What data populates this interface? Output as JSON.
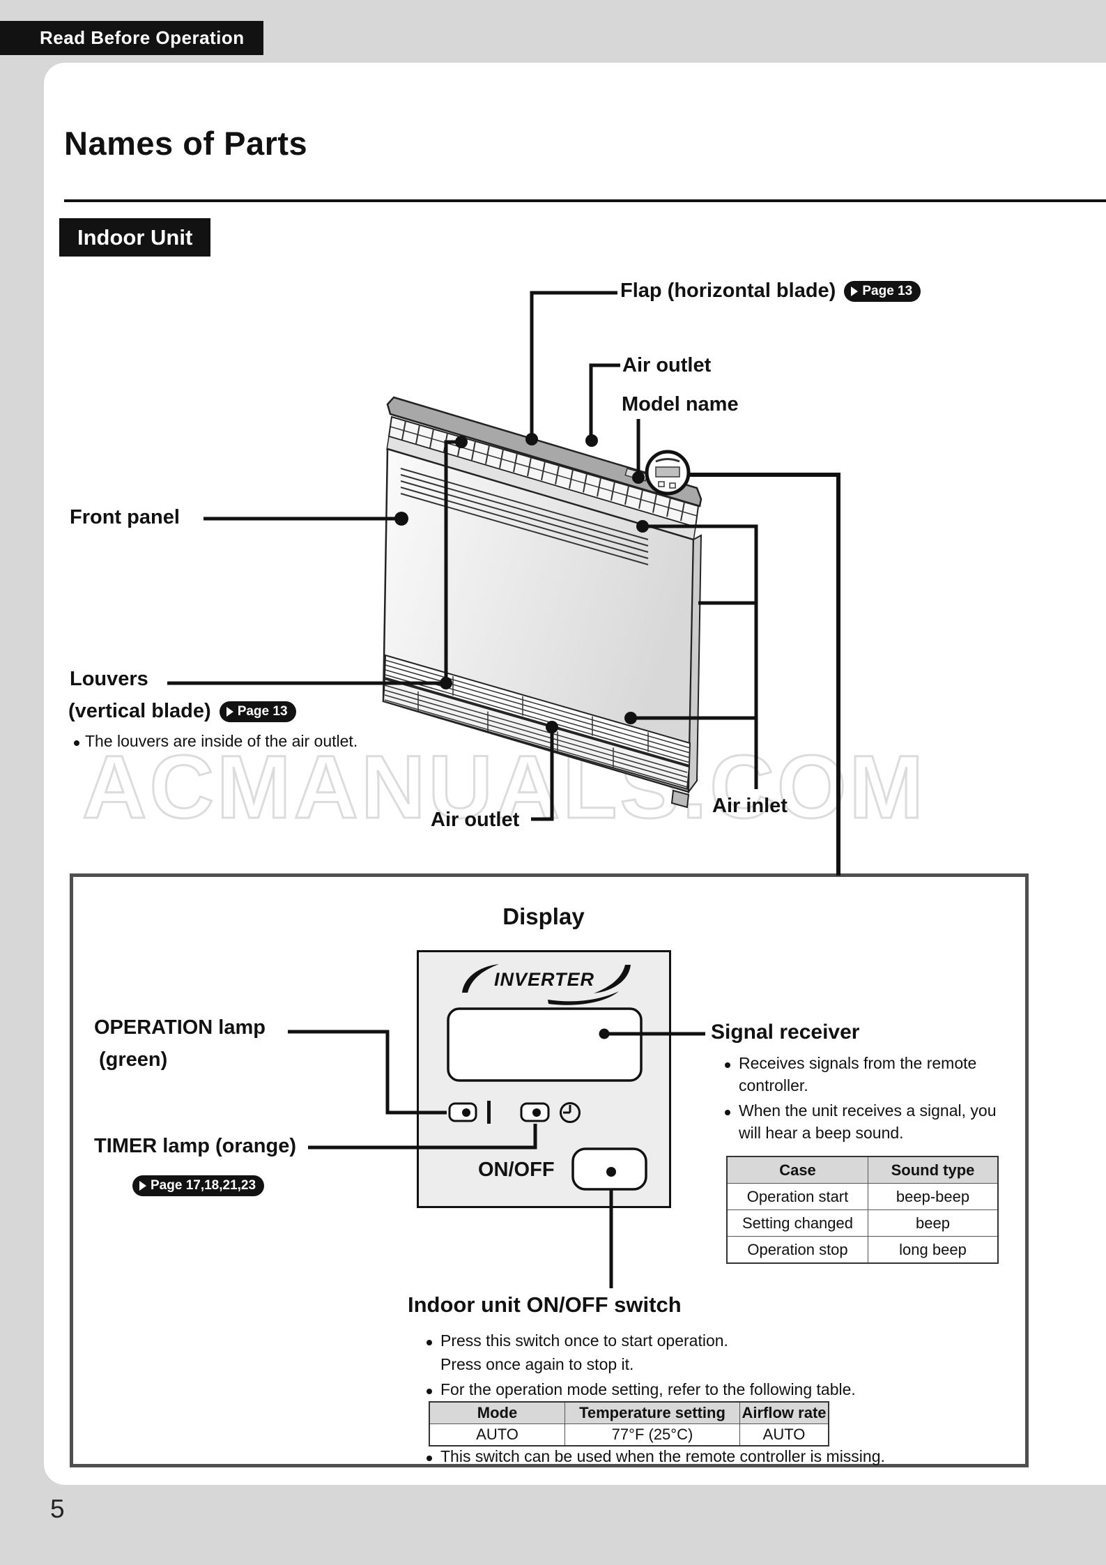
{
  "header": {
    "tag": "Read Before Operation",
    "title": "Names of Parts",
    "section": "Indoor Unit"
  },
  "watermark": "ACMANUALS.COM",
  "page_number": "5",
  "diagram": {
    "flap_label": "Flap (horizontal blade)",
    "flap_badge": "Page 13",
    "air_outlet_top": "Air outlet",
    "model_name": "Model name",
    "front_panel": "Front panel",
    "louvers_line1": "Louvers",
    "louvers_line2": "(vertical blade)",
    "louvers_badge": "Page 13",
    "louvers_note": "The louvers are inside of the air outlet.",
    "air_outlet_bottom": "Air outlet",
    "air_inlet": "Air inlet"
  },
  "display_section": {
    "title": "Display",
    "inverter_logo": "INVERTER",
    "operation_lamp_line1": "OPERATION lamp",
    "operation_lamp_line2": "(green)",
    "timer_lamp": "TIMER lamp (orange)",
    "timer_badge": "Page 17,18,21,23",
    "onoff_label": "ON/OFF",
    "signal": {
      "heading": "Signal receiver",
      "bullet1_line1": "Receives signals from the remote",
      "bullet1_line2": "controller.",
      "bullet2_line1": "When the unit receives a signal, you",
      "bullet2_line2": "will hear a beep sound.",
      "table": {
        "col1": "Case",
        "col2": "Sound type",
        "rows": [
          {
            "case": "Operation start",
            "sound": "beep-beep"
          },
          {
            "case": "Setting changed",
            "sound": "beep"
          },
          {
            "case": "Operation stop",
            "sound": "long beep"
          }
        ]
      }
    },
    "switch": {
      "heading": "Indoor unit ON/OFF switch",
      "bullet1_line1": "Press this switch once to start operation.",
      "bullet1_line2": "Press once again to stop it.",
      "bullet2": "For the operation mode setting, refer to the following table.",
      "bullet3": "This switch can be used when the remote controller is missing.",
      "table": {
        "col1": "Mode",
        "col2": "Temperature setting",
        "col3": "Airflow rate",
        "row1": "AUTO",
        "row2": "77°F (25°C)",
        "row3": "AUTO"
      }
    }
  }
}
